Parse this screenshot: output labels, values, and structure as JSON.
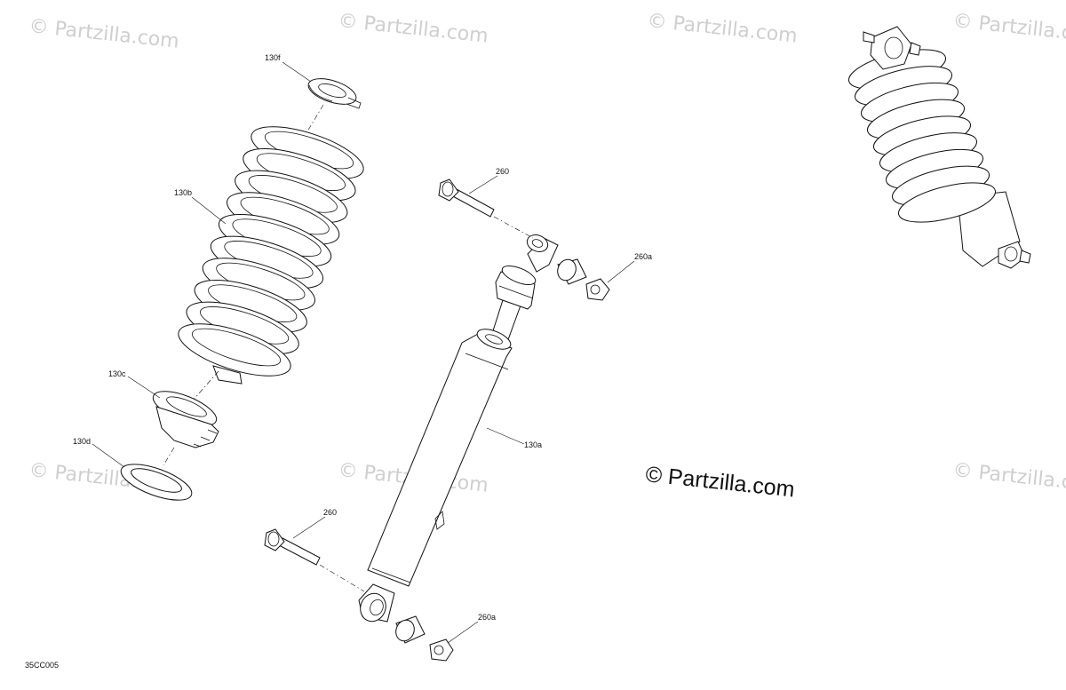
{
  "watermark": {
    "text": "© Partzilla.com",
    "center_text": "© Partzilla.com"
  },
  "drawing_number": "35CC005",
  "callouts": {
    "c130f": "130f",
    "c130b": "130b",
    "c130c": "130c",
    "c130d": "130d",
    "c260_top": "260",
    "c260a_top": "260a",
    "c130a": "130a",
    "c260_bottom": "260",
    "c260a_bottom": "260a"
  }
}
